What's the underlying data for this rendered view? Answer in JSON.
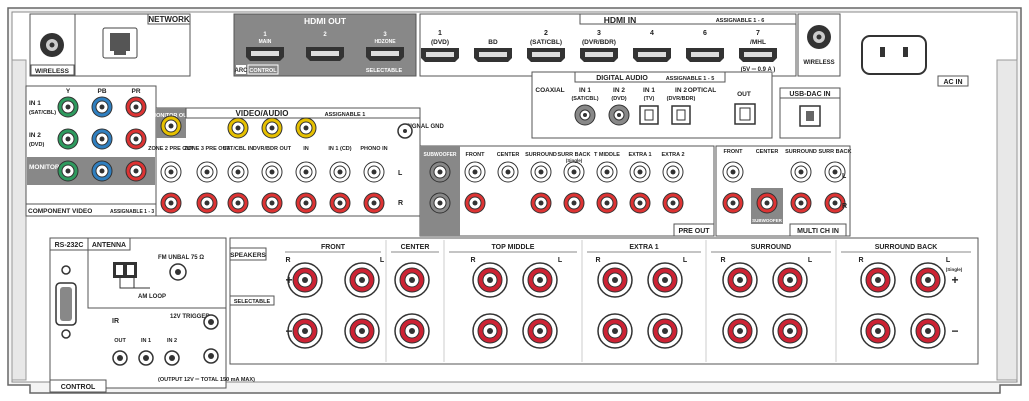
{
  "network": {
    "title": "NETWORK",
    "wireless_left": "WIRELESS",
    "wireless_right": "WIRELESS"
  },
  "hdmi_out": {
    "title": "HDMI OUT",
    "ports": [
      {
        "num": "1",
        "sub": "MAIN"
      },
      {
        "num": "2",
        "sub": ""
      },
      {
        "num": "3",
        "sub": "HDZONE"
      }
    ],
    "arc_label": "ARC",
    "control_label": "CONTROL",
    "selectable_label": "SELECTABLE"
  },
  "hdmi_in": {
    "title": "HDMI IN",
    "assignable": "ASSIGNABLE 1 - 6",
    "ports": [
      {
        "num": "1",
        "name": "(DVD)"
      },
      {
        "num": "",
        "name": "BD"
      },
      {
        "num": "2",
        "name": "(SAT/CBL)"
      },
      {
        "num": "3",
        "name": "(DVR/BDR)"
      },
      {
        "num": "4",
        "name": ""
      },
      {
        "num": "6",
        "name": ""
      },
      {
        "num": "7",
        "name": "/MHL"
      }
    ],
    "mhl_rating": "(5V ═ 0.9 A )"
  },
  "ac_in": {
    "label": "AC IN"
  },
  "digital_audio": {
    "title": "DIGITAL AUDIO",
    "assignable": "ASSIGNABLE 1 - 5",
    "coaxial_label": "COAXIAL",
    "optical_label": "OPTICAL",
    "coax_ports": [
      {
        "name": "IN 1",
        "sub": "(SAT/CBL)"
      },
      {
        "name": "IN 2",
        "sub": "(DVD)"
      }
    ],
    "optical_ports": [
      {
        "name": "IN 1",
        "sub": "(TV)"
      },
      {
        "name": "IN 2",
        "sub": "(DVR/BDR)"
      }
    ],
    "optical_out": "OUT"
  },
  "usb_dac": {
    "label": "USB-DAC IN"
  },
  "component_video": {
    "title": "COMPONENT VIDEO",
    "assignable": "ASSIGNABLE 1 - 3",
    "columns": [
      "Y",
      "PB",
      "PR"
    ],
    "rows": [
      {
        "name": "IN 1",
        "sub": "(SAT/CBL)"
      },
      {
        "name": "IN 2",
        "sub": "(DVD)"
      },
      {
        "name": "MONITOR OUT",
        "sub": ""
      }
    ]
  },
  "video_audio": {
    "title": "VIDEO/AUDIO",
    "assignable": "ASSIGNABLE 1",
    "monitor_out": "MONITOR OUT",
    "signal_gnd": "SIGNAL GND",
    "columns": [
      {
        "name": "ZONE 2 PRE OUT"
      },
      {
        "name": "ZONE 3 PRE OUT"
      },
      {
        "name": "SAT/CBL IN"
      },
      {
        "name": "DVR/BDR OUT"
      },
      {
        "name": "IN"
      },
      {
        "name": "IN 1 (CD)"
      },
      {
        "name": "PHONO IN"
      }
    ],
    "l_label": "L",
    "r_label": "R"
  },
  "pre_out": {
    "title": "PRE OUT",
    "subwoofer": "SUBWOOFER",
    "columns": [
      "FRONT",
      "CENTER",
      "SURROUND",
      "SURR BACK",
      "T MIDDLE",
      "EXTRA 1",
      "EXTRA 2"
    ],
    "single": "(Single)"
  },
  "multi_ch_in": {
    "title": "MULTI CH IN",
    "columns": [
      "FRONT",
      "CENTER",
      "SURROUND",
      "SURR BACK"
    ],
    "subwoofer": "SUBWOOFER",
    "l_label": "L",
    "r_label": "R"
  },
  "control": {
    "rs232c": "RS-232C",
    "antenna": "ANTENNA",
    "fm": "FM UNBAL 75 Ω",
    "am_loop": "AM LOOP",
    "ir": "IR",
    "ir_out": "OUT",
    "ir_in1": "IN 1",
    "ir_in2": "IN 2",
    "trigger": "12V TRIGGER",
    "trigger_note": "(OUTPUT 12V ═ TOTAL 150 mA MAX)",
    "control_label": "CONTROL"
  },
  "speakers": {
    "title": "SPEAKERS",
    "selectable": "SELECTABLE",
    "groups": [
      {
        "name": "FRONT"
      },
      {
        "name": "CENTER"
      },
      {
        "name": "TOP MIDDLE"
      },
      {
        "name": "EXTRA 1"
      },
      {
        "name": "SURROUND"
      },
      {
        "name": "SURROUND BACK"
      }
    ],
    "r_label": "R",
    "l_label": "L",
    "single": "(Single)"
  }
}
